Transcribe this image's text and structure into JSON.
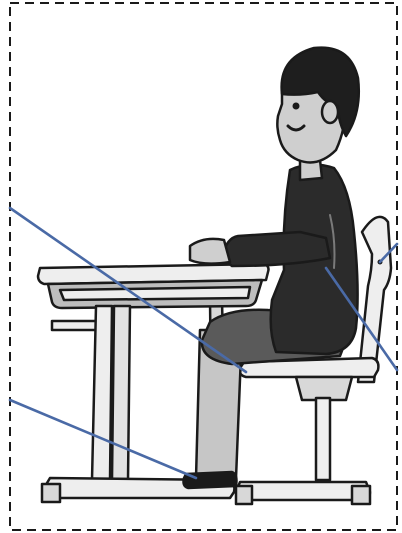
{
  "figure": {
    "frame_style": "dashed",
    "pointer_line_color": "#4a6aa6",
    "colors": {
      "outline": "#1a1a1a",
      "hair": "#1e1e1e",
      "skin": "#cfcfcf",
      "shirt": "#2b2b2b",
      "shorts": "#5a5a5a",
      "leg": "#c6c6c6",
      "furniture_light": "#eeeeee",
      "furniture_mid": "#d8d8d8",
      "desk_rim": "#bdbdbd",
      "shoe": "#1a1a1a"
    },
    "parts": [
      "boy",
      "desk",
      "chair",
      "footrest"
    ]
  }
}
